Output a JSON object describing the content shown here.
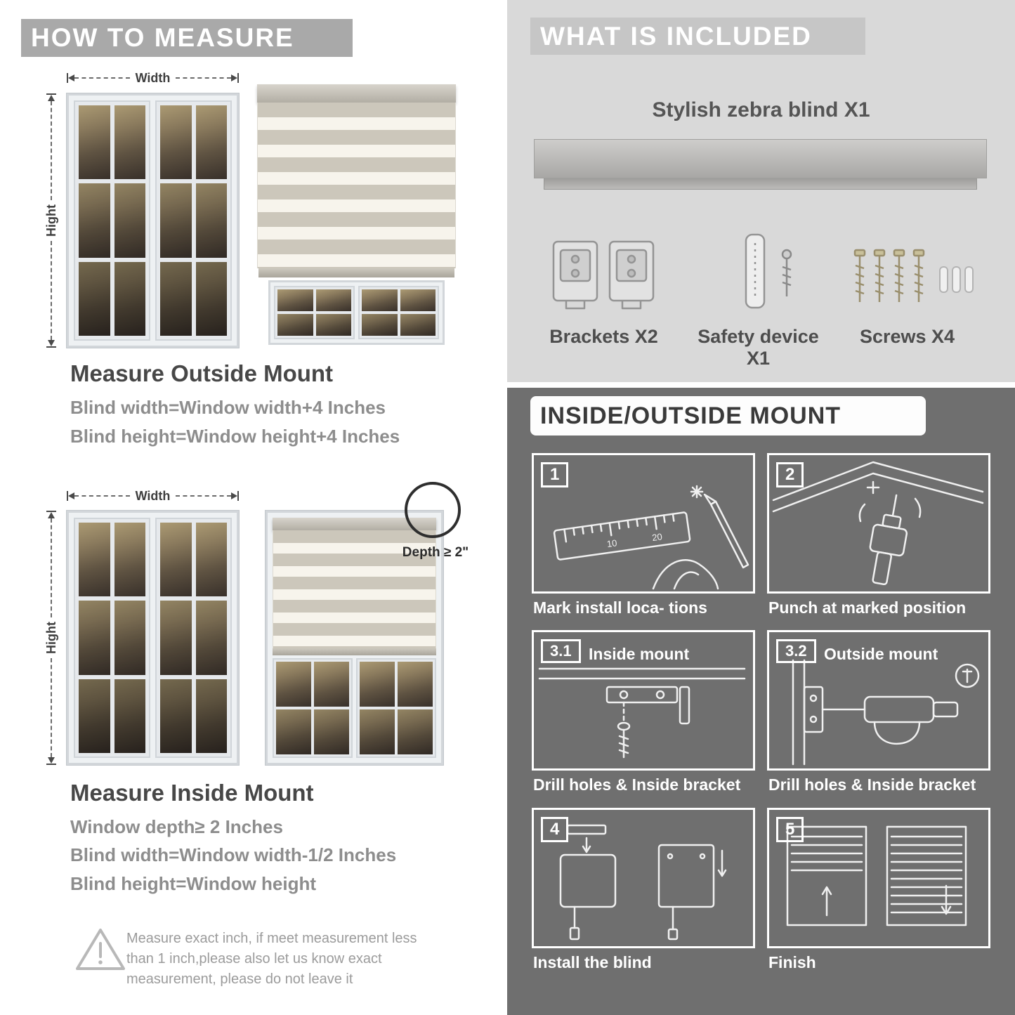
{
  "colors": {
    "header_band": "#a9a9a9",
    "included_bg": "#d9d9d9",
    "included_band": "#c6c6c6",
    "dark_section_bg": "#6f6f6f",
    "heading_text": "#474747",
    "body_text": "#8d8d8d"
  },
  "left": {
    "header": "HOW TO MEASURE",
    "labels": {
      "width": "Width",
      "height": "Hight",
      "depth": "Depth ≥ 2\""
    },
    "outside_mount": {
      "title": "Measure Outside Mount",
      "lines": [
        "Blind width=Window width+4 Inches",
        "Blind height=Window height+4 Inches"
      ]
    },
    "inside_mount": {
      "title": "Measure Inside Mount",
      "lines": [
        "Window depth≥ 2 Inches",
        "Blind width=Window width-1/2 Inches",
        "Blind height=Window height"
      ]
    },
    "warning": "Measure exact inch, if meet measurement less than 1 inch,please also let us know exact measurement, please do not leave it"
  },
  "included": {
    "header": "WHAT IS INCLUDED",
    "product": "Stylish zebra blind X1",
    "items": [
      {
        "label": "Brackets X2"
      },
      {
        "label": "Safety device X1"
      },
      {
        "label": "Screws X4"
      }
    ]
  },
  "mount": {
    "header": "INSIDE/OUTSIDE MOUNT",
    "steps": [
      {
        "num": "1",
        "title": "",
        "caption": "Mark install loca- tions"
      },
      {
        "num": "2",
        "title": "",
        "caption": "Punch at marked position"
      },
      {
        "num": "3.1",
        "title": "Inside mount",
        "caption": "Drill holes & Inside bracket"
      },
      {
        "num": "3.2",
        "title": "Outside mount",
        "caption": "Drill holes & Inside bracket"
      },
      {
        "num": "4",
        "title": "",
        "caption": "Install the blind"
      },
      {
        "num": "5",
        "title": "",
        "caption": "Finish"
      }
    ]
  }
}
